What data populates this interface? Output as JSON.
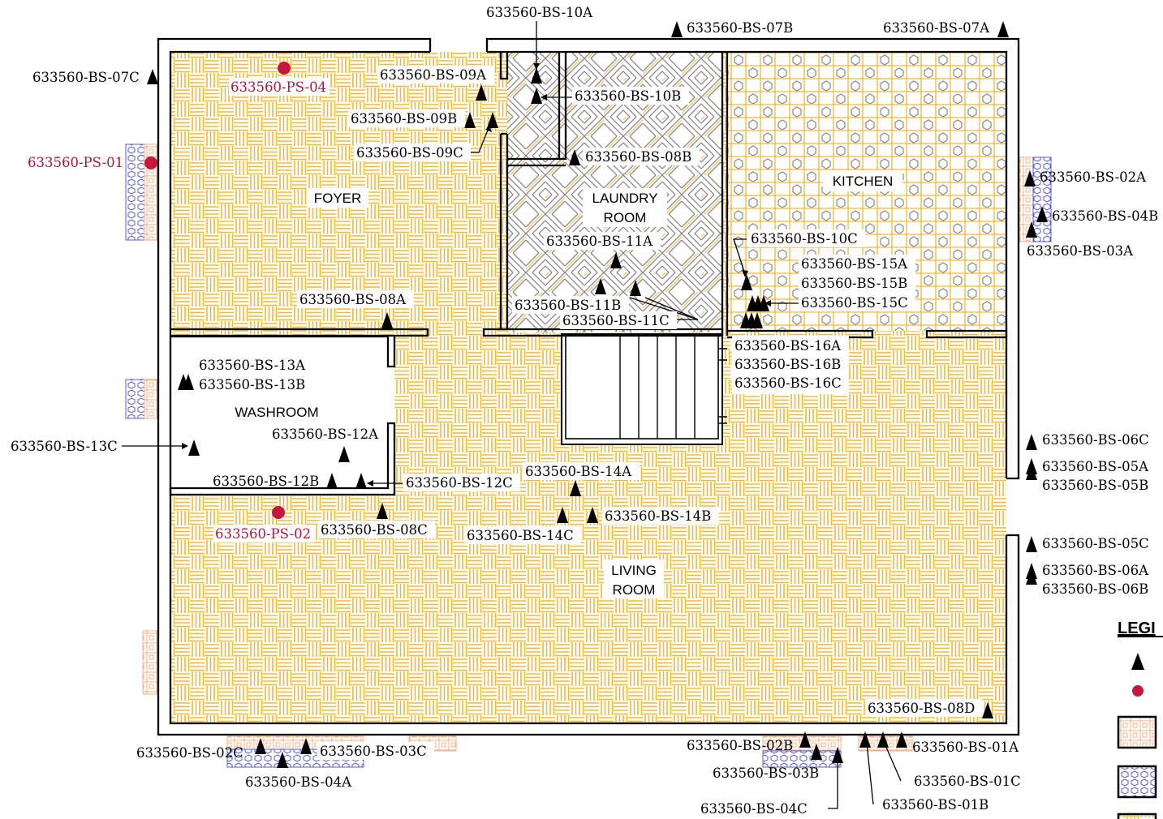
{
  "rooms": {
    "foyer": "FOYER",
    "laundry_1": "LAUNDRY",
    "laundry_2": "ROOM",
    "kitchen": "KITCHEN",
    "washroom": "WASHROOM",
    "living_1": "LIVING",
    "living_2": "ROOM"
  },
  "legend_title": "LEGI",
  "samples": {
    "bs01a": "633560-BS-01A",
    "bs01b": "633560-BS-01B",
    "bs01c": "633560-BS-01C",
    "bs02a": "633560-BS-02A",
    "bs02b": "633560-BS-02B",
    "bs02c": "633560-BS-02C",
    "bs03a": "633560-BS-03A",
    "bs03b": "633560-BS-03B",
    "bs03c": "633560-BS-03C",
    "bs04a": "633560-BS-04A",
    "bs04b": "633560-BS-04B",
    "bs04c": "633560-BS-04C",
    "bs05a": "633560-BS-05A",
    "bs05b": "633560-BS-05B",
    "bs05c": "633560-BS-05C",
    "bs06a": "633560-BS-06A",
    "bs06b": "633560-BS-06B",
    "bs06c": "633560-BS-06C",
    "bs07a": "633560-BS-07A",
    "bs07b": "633560-BS-07B",
    "bs07c": "633560-BS-07C",
    "bs08a": "633560-BS-08A",
    "bs08b": "633560-BS-08B",
    "bs08c": "633560-BS-08C",
    "bs08d": "633560-BS-08D",
    "bs09a": "633560-BS-09A",
    "bs09b": "633560-BS-09B",
    "bs09c": "633560-BS-09C",
    "bs10a": "633560-BS-10A",
    "bs10b": "633560-BS-10B",
    "bs10c": "633560-BS-10C",
    "bs11a": "633560-BS-11A",
    "bs11b": "633560-BS-11B",
    "bs11c": "633560-BS-11C",
    "bs12a": "633560-BS-12A",
    "bs12b": "633560-BS-12B",
    "bs12c": "633560-BS-12C",
    "bs13a": "633560-BS-13A",
    "bs13b": "633560-BS-13B",
    "bs13c": "633560-BS-13C",
    "bs14a": "633560-BS-14A",
    "bs14b": "633560-BS-14B",
    "bs14c": "633560-BS-14C",
    "bs15a": "633560-BS-15A",
    "bs15b": "633560-BS-15B",
    "bs15c": "633560-BS-15C",
    "bs16a": "633560-BS-16A",
    "bs16b": "633560-BS-16B",
    "bs16c": "633560-BS-16C",
    "ps01": "633560-PS-01",
    "ps02": "633560-PS-02",
    "ps04": "633560-PS-04"
  },
  "colors": {
    "wood_floor": "#f5b82e",
    "hatch_grey": "#8a8a8a",
    "hatch_blue": "#5a5adc",
    "hatch_orange": "#f4b083",
    "sample_point": "#c8173d",
    "wall": "#000000"
  }
}
